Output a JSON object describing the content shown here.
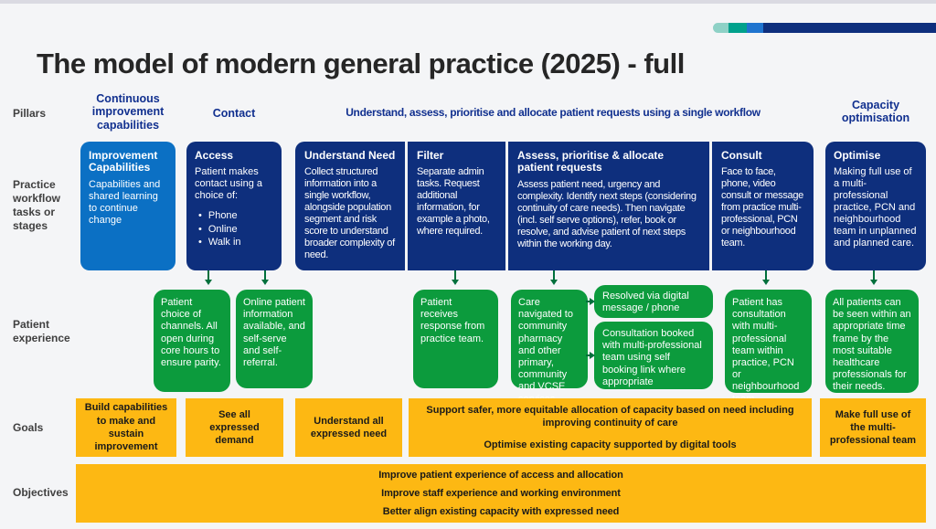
{
  "page": {
    "title": "The model of modern general practice (2025) - full"
  },
  "row_labels": {
    "pillars": "Pillars",
    "workflow": "Practice workflow tasks or stages",
    "experience": "Patient experience",
    "goals": "Goals",
    "objectives": "Objectives"
  },
  "pillars": {
    "p1": "Continuous improvement capabilities",
    "p2": "Contact",
    "p3": "Understand, assess, prioritise and allocate patient requests using a single workflow",
    "p4": "Capacity optimisation"
  },
  "workflow": {
    "improvement": {
      "title": "Improvement Capabilities",
      "body": "Capabilities and shared learning to continue change"
    },
    "access": {
      "title": "Access",
      "body": "Patient makes contact using a choice of:",
      "bullets": [
        "Phone",
        "Online",
        "Walk in"
      ]
    },
    "understand": {
      "title": "Understand Need",
      "body": "Collect structured information into a single workflow, alongside population segment and risk score to understand broader complexity of need."
    },
    "filter": {
      "title": "Filter",
      "body": "Separate admin tasks. Request additional information, for example a photo, where required."
    },
    "assess": {
      "title": "Assess, prioritise & allocate patient requests",
      "body": "Assess patient need, urgency and complexity. Identify next steps (considering continuity of care needs). Then navigate (incl. self serve options), refer, book or resolve, and advise patient of next steps within the working day."
    },
    "consult": {
      "title": "Consult",
      "body": "Face to face, phone, video consult or message from practice multi-professional, PCN or neighbourhood team."
    },
    "optimise": {
      "title": "Optimise",
      "body": "Making full use of a multi-professional practice, PCN and neighbourhood team in unplanned and planned care."
    }
  },
  "experience": {
    "choice": "Patient choice of channels. All open during core hours to ensure parity.",
    "online": "Online patient information available, and self-serve and self-referral.",
    "response": "Patient receives response from practice team.",
    "navigated": "Care navigated to community pharmacy and other primary, community and VCSE services.",
    "resolved": "Resolved via digital message / phone",
    "booked": "Consultation booked with multi-professional team using self booking link where appropriate",
    "consultation": "Patient has consultation with multi-professional team within practice, PCN or neighbourhood team",
    "seen": "All patients can be seen within an appropriate time frame by the most suitable healthcare professionals for their needs."
  },
  "goals": {
    "g1": "Build capabilities to make and sustain improvement",
    "g2": "See all expressed demand",
    "g3": "Understand all expressed need",
    "g4a": "Support safer, more equitable allocation of capacity based on need including improving continuity of care",
    "g4b": "Optimise existing capacity supported by digital tools",
    "g5": "Make full use of the multi-professional team"
  },
  "objectives": {
    "o1": "Improve patient experience of access and allocation",
    "o2": "Improve staff experience and working environment",
    "o3": "Better align existing capacity with expressed need"
  },
  "colors": {
    "navy": "#0e2f7d",
    "bright_blue": "#0b70c4",
    "green": "#0c9b3d",
    "arrow_green": "#00703c",
    "yellow": "#fdb813",
    "pillar_text": "#11308f",
    "background": "#f4f5f7"
  }
}
